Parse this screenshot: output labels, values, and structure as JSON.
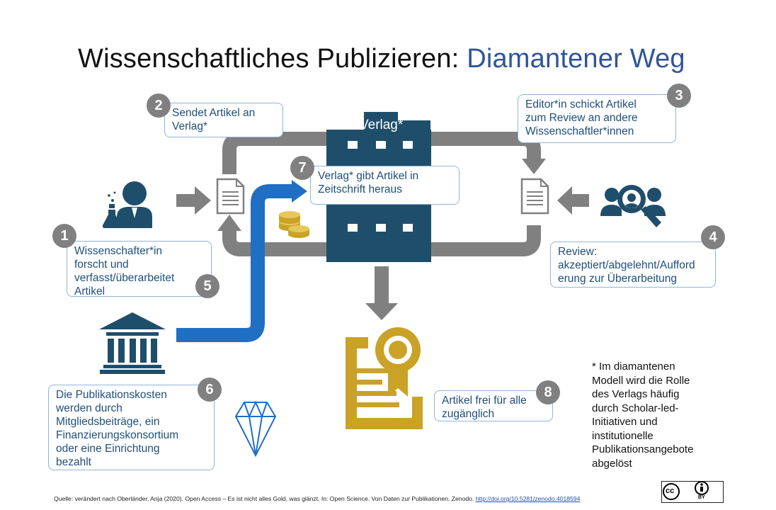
{
  "title": {
    "main": "Wissenschaftliches Publizieren: ",
    "accent": "Diamantener Weg"
  },
  "publisher_label": "Verlag*",
  "steps": [
    {
      "num": "1",
      "text": "Wissenschafter*in\nforscht und\nverfasst/überarbeitet\nArtikel"
    },
    {
      "num": "2",
      "text": "Sendet Artikel an\nVerlag*"
    },
    {
      "num": "3",
      "text": "Editor*in schickt Artikel\nzum Review an andere\nWissenschaftler*innen"
    },
    {
      "num": "4",
      "text": "Review:\nakzeptiert/abgelehnt/Aufford\nerung zur Überarbeitung"
    },
    {
      "num": "5"
    },
    {
      "num": "6",
      "text": "Die Publikationskosten\nwerden durch\nMitgliedsbeiträge, ein\nFinanzierungskonsortium\noder eine Einrichtung\nbezahlt"
    },
    {
      "num": "7",
      "text": "Verlag* gibt Artikel in\nZeitschrift heraus"
    },
    {
      "num": "8",
      "text": "Artikel frei für alle\nzugänglich"
    }
  ],
  "note": "* Im diamantenen\nModell wird die Rolle\ndes Verlags häufig\ndurch Scholar-led-\nInitiativen und\ninstitutionelle\nPublikationsangebote\nabgelöst",
  "source": {
    "text": "Quelle: verändert nach Oberländer, Anja (2020). Open Access – Es ist nicht alles Gold, was glänzt. In: Open Science. Von Daten zur Publikationen. Zenodo. ",
    "link": "http://doi.org/10.5281/zenodo.4018594"
  },
  "license": {
    "badge": "cc",
    "by": "BY"
  },
  "icons": [
    "researcher-icon",
    "document-icon",
    "reviewers-icon",
    "institution-icon",
    "diamond-icon",
    "coins-icon",
    "certificate-icon",
    "publisher-building-icon"
  ],
  "colors": {
    "publisher": "#1f4e6b",
    "flow_gray": "#808080",
    "flow_blue": "#1f6fc4",
    "gold": "#c9a227",
    "box_border": "#8fb4d8",
    "box_text": "#1f4e79",
    "title_accent": "#2f5597"
  }
}
